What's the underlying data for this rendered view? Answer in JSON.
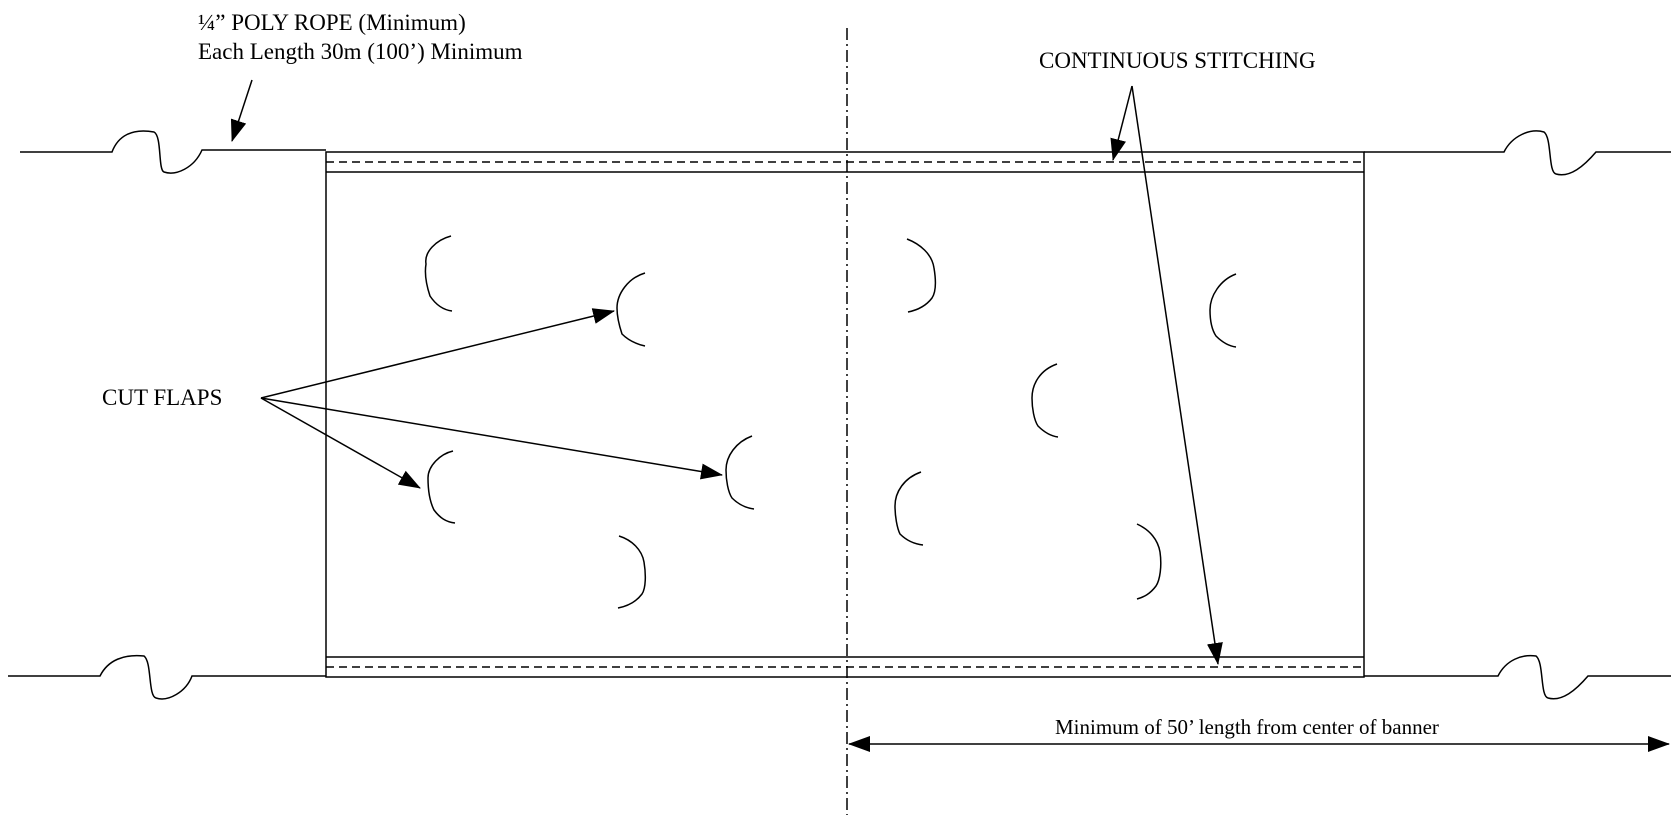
{
  "labels": {
    "rope_line_1": "¼” POLY ROPE (Minimum)",
    "rope_line_2": "Each Length 30m (100’) Minimum",
    "stitching": "CONTINUOUS STITCHING",
    "cut_flaps": "CUT FLAPS",
    "min_length": "Minimum of 50’ length from center of banner"
  },
  "colors": {
    "line": "#000000",
    "background": "#ffffff"
  }
}
